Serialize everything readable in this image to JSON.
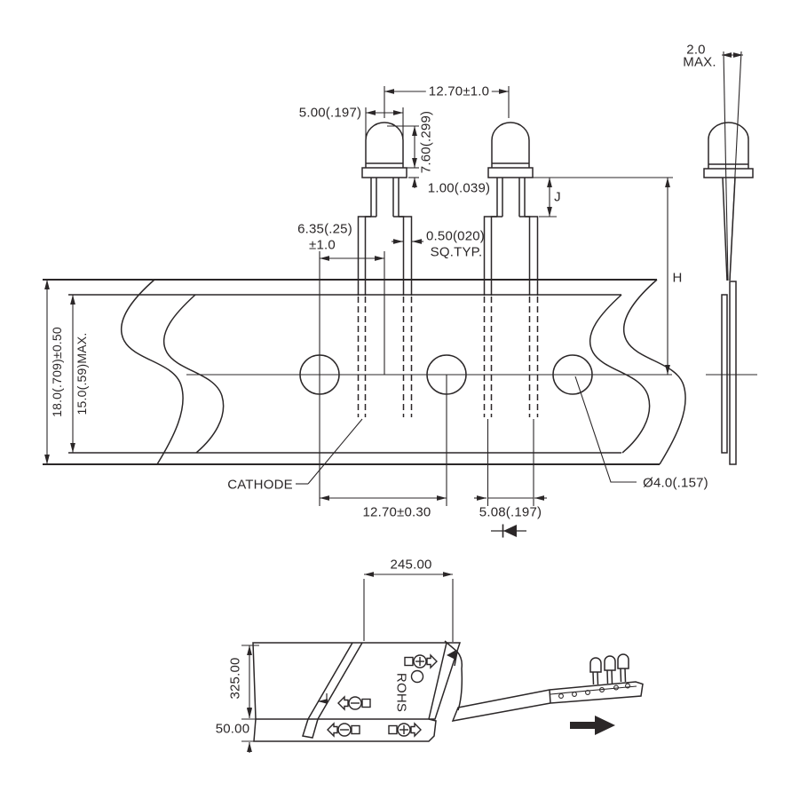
{
  "meta": {
    "type": "technical-dimension-drawing",
    "subject": "5mm LED ammo-pack taping and packaging specification"
  },
  "colors": {
    "line": "#2b2728",
    "background": "#ffffff"
  },
  "taping_view": {
    "led_pitch": "12.70±1.0",
    "body_width": "5.00(.197)",
    "body_height": "7.60(.299)",
    "flange_thickness": "1.00(.039)",
    "standoff_label": "J",
    "hole_to_lead": "6.35(.25)",
    "hole_to_lead_tol": "±1.0",
    "lead_square": "0.50(020)",
    "lead_square_suffix": "SQ.TYP.",
    "tilt_max": "2.0",
    "tilt_max_suffix": "MAX.",
    "height_label": "H",
    "tape_total_width": "18.0(.709)±0.50",
    "tape_inner_width": "15.0(.59)MAX.",
    "cathode_label": "CATHODE",
    "sprocket_pitch": "12.70±0.30",
    "lead_spacing": "5.08(.197)",
    "sprocket_hole_dia": "Ø4.0(.157)"
  },
  "packaging_view": {
    "box_length": "245.00",
    "box_depth": "325.00",
    "box_height": "50.00",
    "rohs_label": "ROHS"
  },
  "icons": {
    "plus_circle_right_arrow": "polarity feed direction (anode) icon",
    "minus_circle_left_arrow": "polarity feed direction (cathode) icon",
    "diode_symbol": "diode cathode-direction symbol",
    "feed_arrow": "solid tape feed direction arrow",
    "rohs_circle": "rohs mark circle"
  }
}
